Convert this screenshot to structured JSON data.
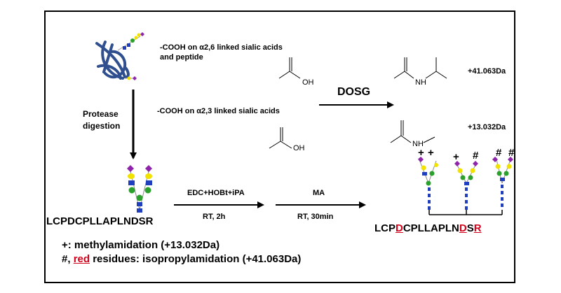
{
  "labels": {
    "cooh_26_line1": "-COOH on α2,6 linked sialic acids",
    "cooh_26_line2": "and peptide",
    "cooh_23": "-COOH on α2,3 linked sialic acids",
    "protease_line1": "Protease",
    "protease_line2": "digestion",
    "dosg": "DOSG",
    "mass_41": "+41.063Da",
    "mass_13": "+13.032Da",
    "reagent1": "EDC+HOBt+iPA",
    "cond1": "RT, 2h",
    "reagent2": "MA",
    "cond2": "RT, 30min",
    "peptide": "LCPDCPLLAPLNDSR",
    "oh1": "OH",
    "oh2": "OH",
    "nh1": "NH",
    "nh2": "NH",
    "plus": "+",
    "hash": "#"
  },
  "product_peptide": {
    "p1": "LCP",
    "d1": "D",
    "p2": "CPLLAPLN",
    "d2": "D",
    "s": "S",
    "r": "R"
  },
  "legend": {
    "methyl": "+: methylamidation (+13.032Da)",
    "hash_prefix": "#, ",
    "red_word": "red",
    "iso_suffix": " residues: isopropylamidation (+41.063Da)"
  },
  "colors": {
    "protein": "#2f4f8f",
    "blue_square": "#1f3fbf",
    "green_circle": "#2ca02c",
    "yellow_circle": "#f2e200",
    "purple_diamond": "#8e24aa",
    "red_text": "#d0021b"
  }
}
